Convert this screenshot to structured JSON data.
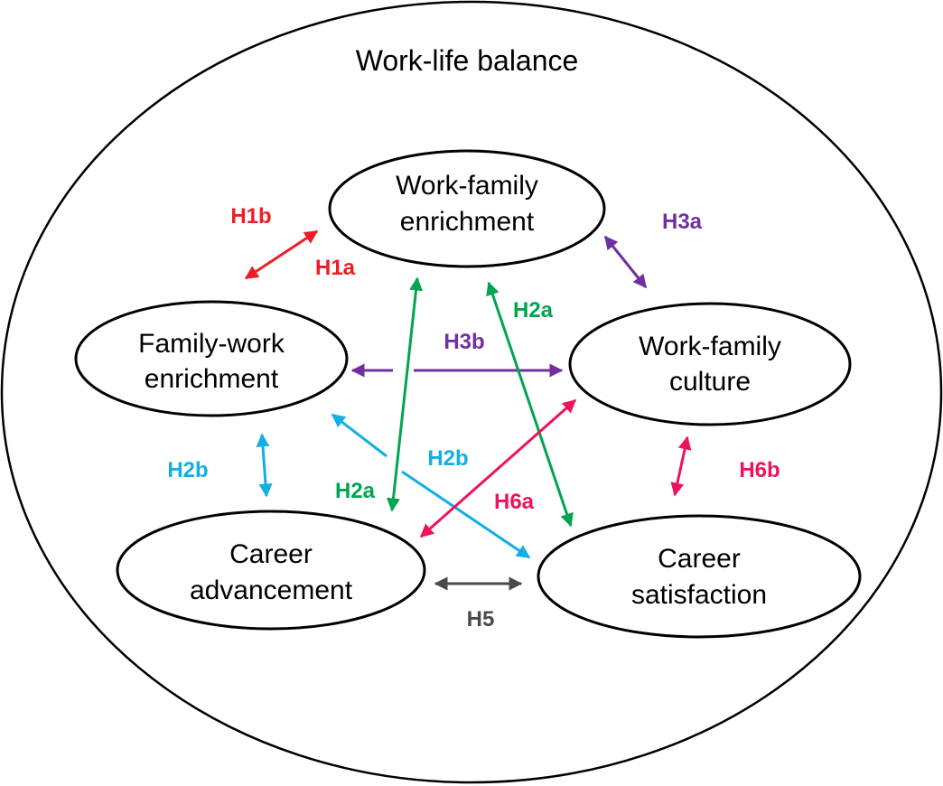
{
  "title": "Work-life balance",
  "colors": {
    "red": "#ee1c25",
    "purple": "#7030a0",
    "green": "#00a550",
    "cyan": "#12aee4",
    "pink": "#ec145a",
    "gray": "#4a4a4a",
    "outline": "#000000"
  },
  "nodes": {
    "wfe": [
      "Work-family",
      "enrichment"
    ],
    "fwe": [
      "Family-work",
      "enrichment"
    ],
    "wfc": [
      "Work-family",
      "culture"
    ],
    "ca": [
      "Career",
      "advancement"
    ],
    "cs": [
      "Career",
      "satisfaction"
    ]
  },
  "edges": [
    {
      "id": "h1-fwe-wfe",
      "color": "red",
      "heads": "both"
    },
    {
      "id": "h3a-wfe-wfc",
      "color": "purple",
      "heads": "both"
    },
    {
      "id": "h3b-fwe-wfc",
      "color": "purple",
      "heads": "both"
    },
    {
      "id": "h2a-wfe-ca",
      "color": "green",
      "heads": "both"
    },
    {
      "id": "h2a-wfe-cs",
      "color": "green",
      "heads": "both"
    },
    {
      "id": "h2b-fwe-ca",
      "color": "cyan",
      "heads": "both"
    },
    {
      "id": "h2b-fwe-cs",
      "color": "cyan",
      "heads": "both"
    },
    {
      "id": "h6a-wfc-ca",
      "color": "pink",
      "heads": "both"
    },
    {
      "id": "h6b-wfc-cs",
      "color": "pink",
      "heads": "both"
    },
    {
      "id": "h5-ca-cs",
      "color": "gray",
      "heads": "both"
    }
  ],
  "labels": {
    "h1b": {
      "text": "H1b",
      "color": "red"
    },
    "h1a": {
      "text": "H1a",
      "color": "red"
    },
    "h3a": {
      "text": "H3a",
      "color": "purple"
    },
    "h3b": {
      "text": "H3b",
      "color": "purple"
    },
    "h2a_right": {
      "text": "H2a",
      "color": "green"
    },
    "h2a_left": {
      "text": "H2a",
      "color": "green"
    },
    "h2b_left": {
      "text": "H2b",
      "color": "cyan"
    },
    "h2b_mid": {
      "text": "H2b",
      "color": "cyan"
    },
    "h6a": {
      "text": "H6a",
      "color": "pink"
    },
    "h6b": {
      "text": "H6b",
      "color": "pink"
    },
    "h5": {
      "text": "H5",
      "color": "gray"
    }
  }
}
